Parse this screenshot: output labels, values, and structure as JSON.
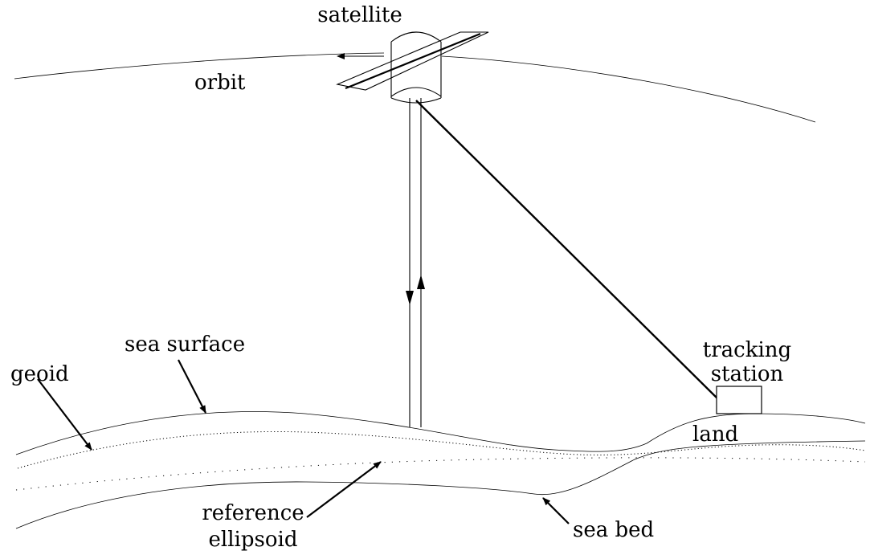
{
  "labels": {
    "satellite": "satellite",
    "orbit": "orbit",
    "sea_surface": "sea surface",
    "geoid": "geoid",
    "tracking": "tracking",
    "station": "station",
    "land": "land",
    "reference": "reference",
    "ellipsoid": "ellipsoid",
    "sea_bed": "sea bed"
  }
}
